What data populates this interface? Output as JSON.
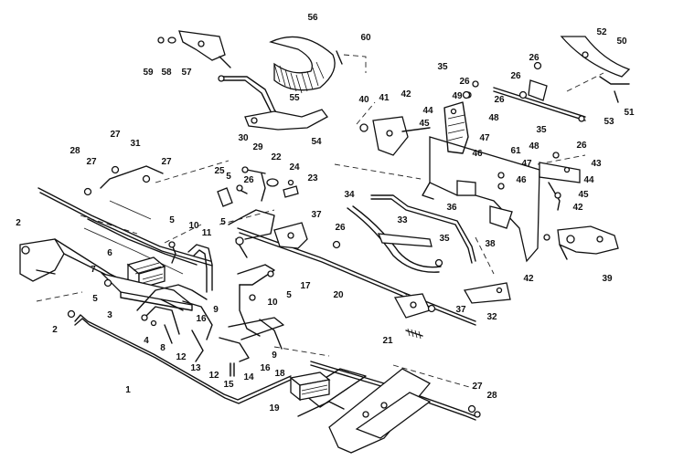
{
  "diagram": {
    "labels": [
      "1",
      "2",
      "2",
      "3",
      "4",
      "5",
      "5",
      "5",
      "5",
      "5",
      "6",
      "7",
      "8",
      "9",
      "9",
      "10",
      "10",
      "11",
      "12",
      "12",
      "13",
      "14",
      "15",
      "16",
      "16",
      "17",
      "18",
      "19",
      "20",
      "21",
      "22",
      "23",
      "24",
      "25",
      "26",
      "26",
      "26",
      "26",
      "26",
      "26",
      "26",
      "27",
      "27",
      "27",
      "27",
      "28",
      "28",
      "29",
      "30",
      "31",
      "32",
      "33",
      "34",
      "35",
      "35",
      "35",
      "36",
      "37",
      "37",
      "38",
      "39",
      "40",
      "41",
      "42",
      "42",
      "42",
      "43",
      "44",
      "44",
      "45",
      "45",
      "46",
      "46",
      "47",
      "47",
      "48",
      "48",
      "49",
      "50",
      "51",
      "52",
      "53",
      "54",
      "55",
      "56",
      "57",
      "58",
      "59",
      "60",
      "61"
    ]
  }
}
